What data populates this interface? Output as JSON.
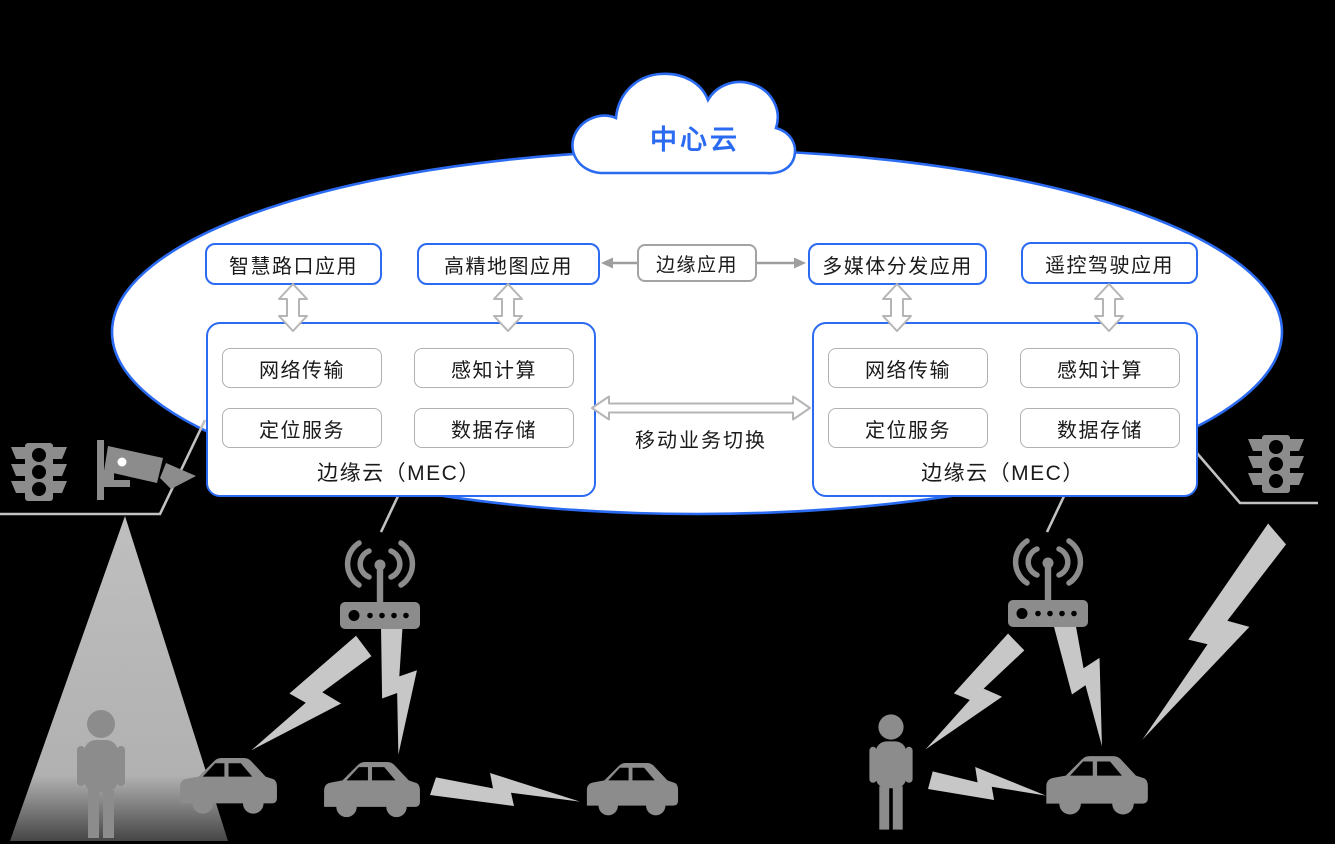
{
  "colors": {
    "blue": "#2B6BF2",
    "line_gray": "#C2C2C2",
    "arrow_stroke": "#B5B5B5",
    "icon_gray": "#8C8C8C",
    "bolt_gray": "#C7C7C7",
    "beam_gray": "#C9C9C9",
    "inner_border": "#B0B0B0",
    "edge_border": "#A3A3A3",
    "text": "#1A1A1A",
    "bg": "#000000"
  },
  "central_cloud": {
    "label": "中心云"
  },
  "top_apps": [
    {
      "id": "smart-intersection",
      "label": "智慧路口应用"
    },
    {
      "id": "hd-map",
      "label": "高精地图应用"
    },
    {
      "id": "multimedia-distribution",
      "label": "多媒体分发应用"
    },
    {
      "id": "remote-driving",
      "label": "遥控驾驶应用"
    }
  ],
  "edge_app": {
    "label": "边缘应用"
  },
  "mec_left": {
    "services": [
      "网络传输",
      "感知计算",
      "定位服务",
      "数据存储"
    ],
    "caption": "边缘云（MEC）"
  },
  "mec_right": {
    "services": [
      "网络传输",
      "感知计算",
      "定位服务",
      "数据存储"
    ],
    "caption": "边缘云（MEC）"
  },
  "handover": {
    "label": "移动业务切换"
  },
  "icons": [
    "cloud-icon",
    "traffic-light-icon",
    "cctv-camera-icon",
    "camera-view-beam",
    "base-station-icon",
    "pedestrian-icon",
    "car-icon",
    "lightning-bolt-icon",
    "double-arrow-icon"
  ]
}
